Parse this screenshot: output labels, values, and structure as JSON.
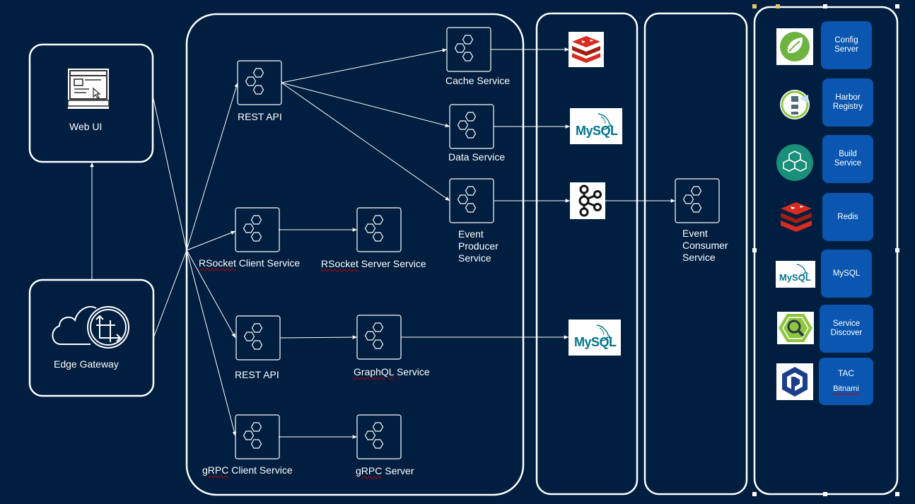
{
  "colors": {
    "background": "#001e3f",
    "tile": "#0a56b0",
    "line": "#ffffff",
    "redis_red": "#d82c20",
    "spring_green": "#6db33f",
    "mysql_blue": "#00758f",
    "mysql_orange": "#f29111",
    "build_teal": "#1a8f7a",
    "registry_green": "#8fc63f",
    "bitnami_blue": "#1b3f8b"
  },
  "diagram": {
    "web_ui": {
      "label": "Web UI",
      "icon": "browser-window-icon"
    },
    "edge_gateway": {
      "label": "Edge Gateway",
      "icon": "cloud-gateway-icon"
    },
    "services": {
      "rest_api_top": "REST API",
      "rsocket_client": {
        "word": "RSocket",
        "rest": " Client Service"
      },
      "rsocket_server": {
        "word": "RSocket",
        "rest": " Server Service"
      },
      "rest_api_mid": "REST API",
      "graphql": {
        "word": "GraphQL",
        "rest": " Service"
      },
      "grpc_client": {
        "word": "gRPC",
        "rest": " Client Service"
      },
      "grpc_server": {
        "word": "gRPC",
        "rest": " Server"
      },
      "cache": "Cache Service",
      "data": "Data Service",
      "event_producer": [
        "Event",
        "Producer",
        "Service"
      ],
      "event_consumer": [
        "Event",
        "Consumer",
        "Service"
      ]
    },
    "datastores": {
      "mysql_text": "MySQL"
    }
  },
  "platform_tiles": [
    {
      "lines": [
        "Config",
        "Server"
      ],
      "logo": "spring-leaf-icon"
    },
    {
      "lines": [
        "Harbor",
        "Registry"
      ],
      "logo": "harbor-lighthouse-icon"
    },
    {
      "lines": [
        "Build",
        "Service"
      ],
      "logo": "build-cubes-icon"
    },
    {
      "lines": [
        "Redis"
      ],
      "logo": "redis-icon"
    },
    {
      "lines": [
        "MySQL"
      ],
      "logo": "mysql-dolphin-icon"
    },
    {
      "lines": [
        "Service",
        "Discover"
      ],
      "logo": "service-discovery-icon"
    },
    {
      "lines": [
        "TAC",
        "Bitnami"
      ],
      "logo": "bitnami-icon"
    }
  ]
}
